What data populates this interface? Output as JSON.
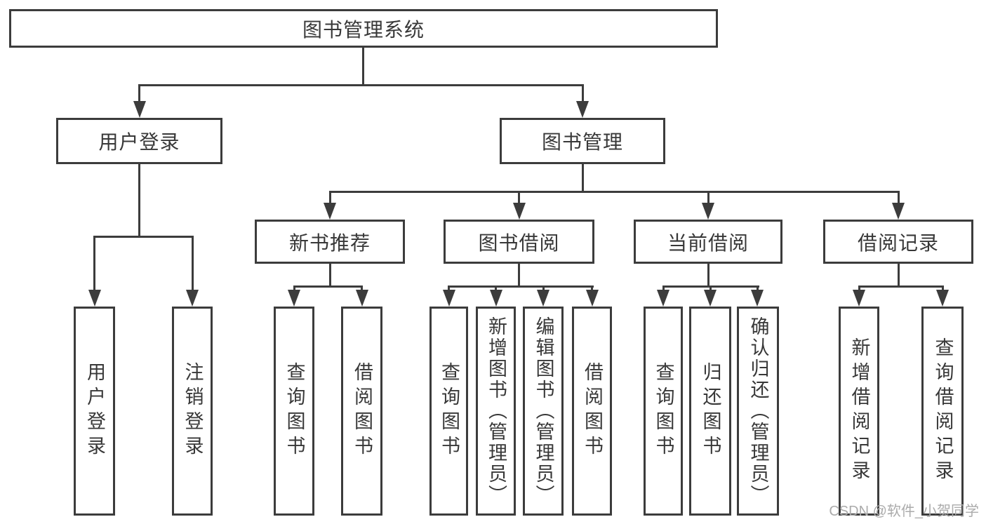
{
  "diagram": {
    "root": {
      "label": "图书管理系统"
    },
    "level2": [
      {
        "label": "用户登录"
      },
      {
        "label": "图书管理"
      }
    ],
    "level3": [
      {
        "label": "新书推荐"
      },
      {
        "label": "图书借阅"
      },
      {
        "label": "当前借阅"
      },
      {
        "label": "借阅记录"
      }
    ],
    "leaves": {
      "user_login": [
        {
          "label": "用户登录"
        },
        {
          "label": "注销登录"
        }
      ],
      "new_book": [
        {
          "label": "查询图书"
        },
        {
          "label": "借阅图书"
        }
      ],
      "book_borrow": [
        {
          "label": "查询图书"
        },
        {
          "label": "新增图书（管理员）"
        },
        {
          "label": "编辑图书（管理员）"
        },
        {
          "label": "借阅图书"
        }
      ],
      "current_borrow": [
        {
          "label": "查询图书"
        },
        {
          "label": "归还图书"
        },
        {
          "label": "确认归还（管理员）"
        }
      ],
      "borrow_records": [
        {
          "label": "新增借阅记录"
        },
        {
          "label": "查询借阅记录"
        }
      ]
    },
    "watermark": "CSDN @软件_小贺同学",
    "colors": {
      "line": "#3c3c3c",
      "text": "#383838",
      "watermark": "#ababab",
      "background": "#ffffff"
    }
  }
}
